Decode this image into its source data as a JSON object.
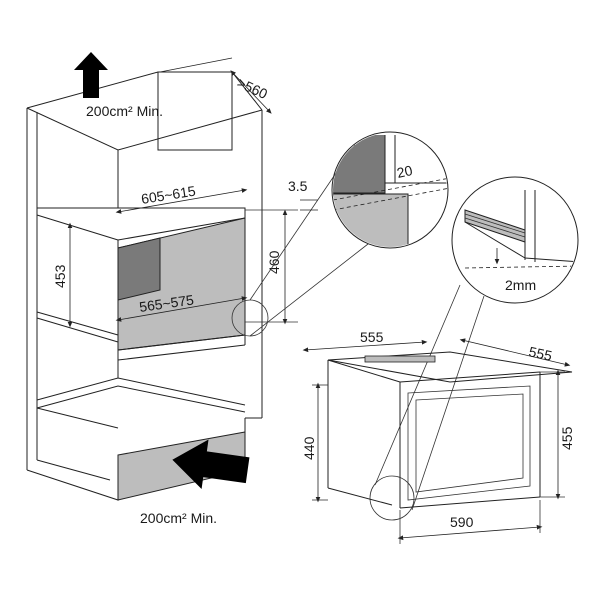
{
  "labels": {
    "top_vent": "200cm² Min.",
    "bottom_vent": "200cm² Min.",
    "depth_min": ">560",
    "niche_width": "605~615",
    "niche_height": "453",
    "inner_width": "565~575",
    "inner_height": "460",
    "gap_35": "3.5",
    "gap_20": "20",
    "gap_2mm": "2mm",
    "appliance_width": "555",
    "appliance_depth": "555",
    "appliance_height_left": "440",
    "appliance_height_right": "455",
    "front_width": "590"
  },
  "colors": {
    "line": "#222222",
    "panel_fill": "#bdbdbd",
    "shadow_fill": "#7a7a7a",
    "arrow": "#000000"
  }
}
